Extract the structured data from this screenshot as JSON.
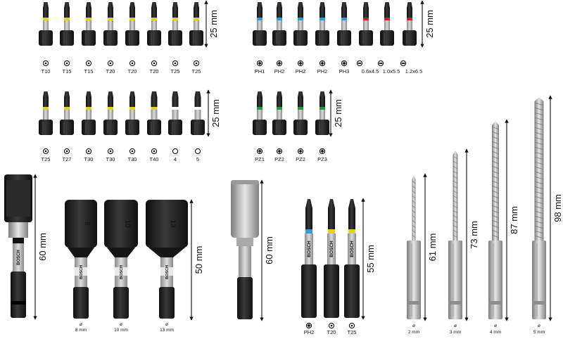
{
  "colors": {
    "bit_black": "#1c1c1c",
    "bit_grey": "#b9b9b9",
    "torx_band": "#e3d21e",
    "ph_band": "#2f9ed8",
    "slot_band": "#c8232a",
    "pz_band": "#1e9a3a",
    "bosch_red": "#d0262c",
    "steel": "#c7c7c7"
  },
  "groups": {
    "torx_top": {
      "dimension": "25 mm",
      "bits": [
        {
          "code": "T10",
          "label": "T10"
        },
        {
          "code": "T15",
          "label": "T15"
        },
        {
          "code": "T15",
          "label": "T15"
        },
        {
          "code": "T20",
          "label": "T20"
        },
        {
          "code": "T20",
          "label": "T20"
        },
        {
          "code": "T20",
          "label": "T20"
        },
        {
          "code": "T25",
          "label": "T25"
        },
        {
          "code": "T25",
          "label": "T25"
        }
      ]
    },
    "phillips_slot": {
      "dimension": "25 mm",
      "bits": [
        {
          "code": "PH1",
          "label": "PH1",
          "band": "ph"
        },
        {
          "code": "PH2",
          "label": "PH2",
          "band": "ph"
        },
        {
          "code": "PH2",
          "label": "PH2",
          "band": "ph"
        },
        {
          "code": "PH2",
          "label": "PH2",
          "band": "ph"
        },
        {
          "code": "PH3",
          "label": "PH3",
          "band": "ph"
        },
        {
          "code": "0.6x4.5",
          "label": "0.6x4.5",
          "band": "slot"
        },
        {
          "code": "1.0x5.5",
          "label": "1.0x5.5",
          "band": "slot"
        },
        {
          "code": "1.2x6.5",
          "label": "1.2x6.5",
          "band": "slot"
        }
      ]
    },
    "torx_mid": {
      "dimension": "25 mm",
      "bits": [
        {
          "code": "T25",
          "label": "T25"
        },
        {
          "code": "T27",
          "label": "T27"
        },
        {
          "code": "T30",
          "label": "T30"
        },
        {
          "code": "T30",
          "label": "T30"
        },
        {
          "code": "T30",
          "label": "T30"
        },
        {
          "code": "T40",
          "label": "T40"
        },
        {
          "code": "4",
          "label": "4"
        },
        {
          "code": "5",
          "label": "5"
        }
      ]
    },
    "pozidriv": {
      "dimension": "25 mm",
      "bits": [
        {
          "code": "PZ1",
          "label": "PZ1"
        },
        {
          "code": "PZ2",
          "label": "PZ2"
        },
        {
          "code": "PZ2",
          "label": "PZ2"
        },
        {
          "code": "PZ3",
          "label": "PZ3"
        }
      ]
    },
    "holder": {
      "dimension": "60 mm",
      "brand": "BOSCH"
    },
    "nutsetters": {
      "dimension": "50 mm",
      "items": [
        {
          "size": "8",
          "sub_symbol": "ø",
          "sub_label": "8 mm"
        },
        {
          "size": "10",
          "sub_symbol": "ø",
          "sub_label": "10 mm"
        },
        {
          "size": "13",
          "sub_symbol": "ø",
          "sub_label": "13 mm"
        }
      ]
    },
    "socket_adapter": {
      "dimension": "60 mm"
    },
    "long_bits": {
      "dimension": "55 mm",
      "brand": "BOSCH",
      "items": [
        {
          "code": "PH2",
          "label": "PH2"
        },
        {
          "code": "T20",
          "label": "T20"
        },
        {
          "code": "T25",
          "label": "T25"
        }
      ]
    },
    "drills": {
      "items": [
        {
          "length": "61 mm",
          "sub_symbol": "ø",
          "sub_label": "2 mm"
        },
        {
          "length": "73 mm",
          "sub_symbol": "ø",
          "sub_label": "3 mm"
        },
        {
          "length": "87 mm",
          "sub_symbol": "ø",
          "sub_label": "4 mm"
        },
        {
          "length": "98 mm",
          "sub_symbol": "ø",
          "sub_label": "5 mm"
        }
      ]
    }
  }
}
